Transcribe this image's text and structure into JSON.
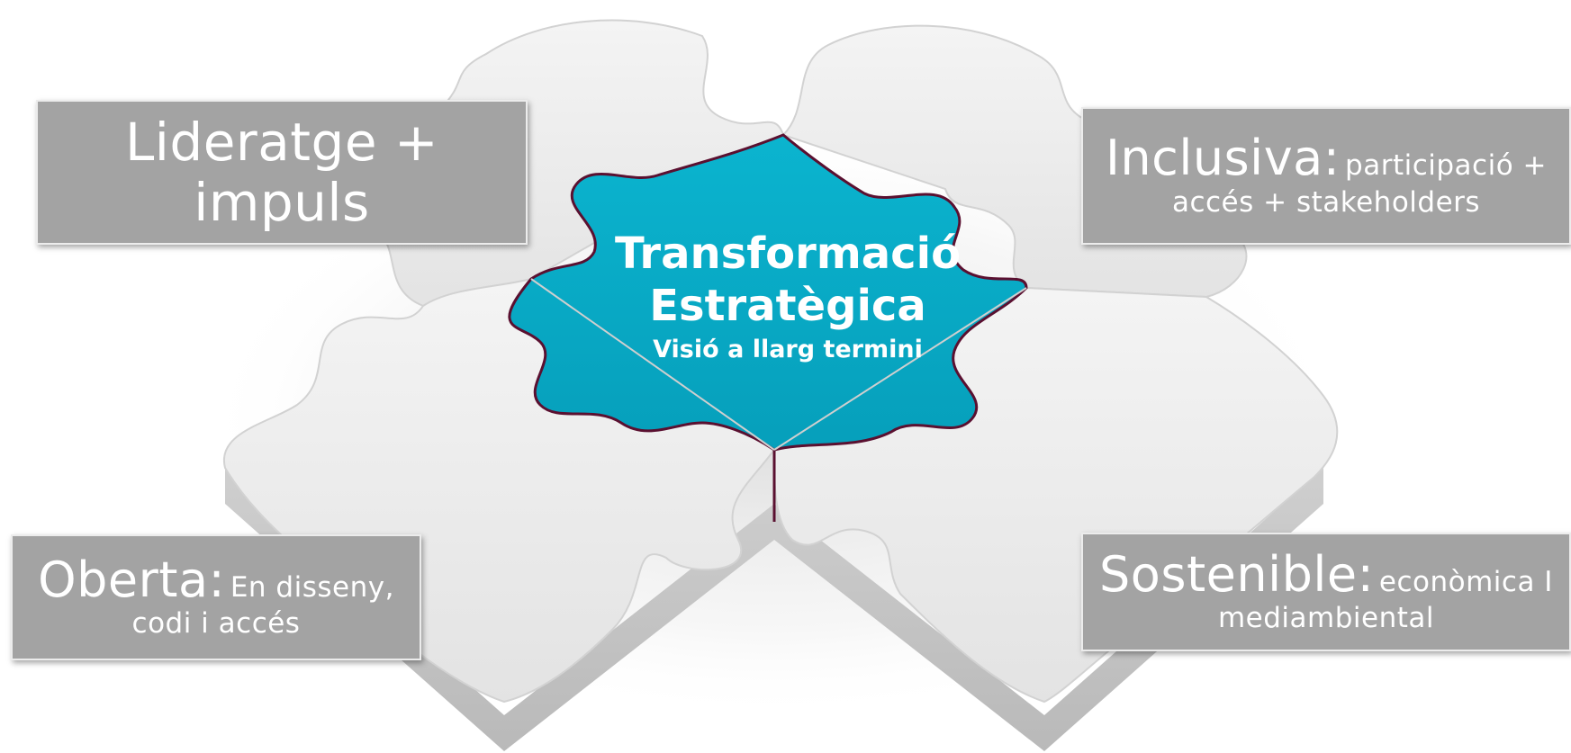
{
  "center": {
    "title_line1": "Transformació",
    "title_line2": "Estratègica",
    "subtitle": "Visió a llarg termini"
  },
  "boxes": {
    "lideratge": {
      "line1": "Lideratge +",
      "line2": "impuls"
    },
    "inclusiva": {
      "heading": "Inclusiva:",
      "detail1": "participació +",
      "detail2": "accés + stakeholders"
    },
    "oberta": {
      "heading": "Oberta:",
      "detail1": "En disseny,",
      "detail2": "codi i accés"
    },
    "sostenible": {
      "heading": "Sostenible:",
      "detail1": "econòmica I",
      "detail2": "mediambiental"
    }
  },
  "colors": {
    "center_piece": "#0aaec9",
    "puzzle_pieces": "#eeeeee",
    "label_boxes": "#a3a3a3",
    "text": "#ffffff"
  }
}
